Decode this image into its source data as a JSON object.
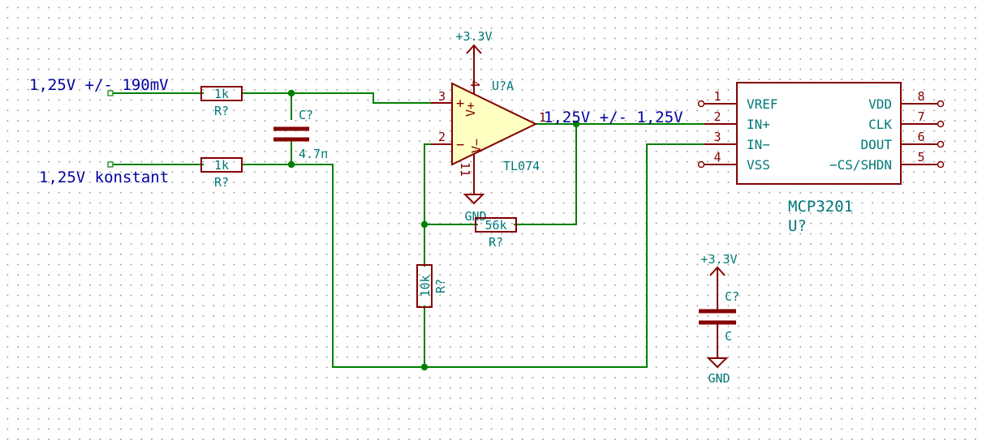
{
  "net_labels": {
    "input_ac": "1,25V +/- 190mV",
    "input_dc": "1,25V konstant",
    "output": "1,25V +/- 1,25V"
  },
  "r1": {
    "ref": "R?",
    "value": "1k"
  },
  "r2": {
    "ref": "R?",
    "value": "1k"
  },
  "r3": {
    "ref": "R?",
    "value": "56k"
  },
  "r4": {
    "ref": "R?",
    "value": "10k"
  },
  "c1": {
    "ref": "C?",
    "value": "4.7n"
  },
  "c2": {
    "ref": "C?",
    "value": "C"
  },
  "opamp": {
    "ref": "U?A",
    "value": "TL074",
    "pin_noninv": "3",
    "pin_inv": "2",
    "pin_out": "1",
    "pin_vcc": "4",
    "pin_vee": "11",
    "sign_plus": "+",
    "sign_minus": "−",
    "vplus": "V+",
    "vminus": "V−"
  },
  "adc": {
    "ref": "U?",
    "value": "MCP3201",
    "left_pins": [
      {
        "num": "1",
        "name": "VREF"
      },
      {
        "num": "2",
        "name": "IN+"
      },
      {
        "num": "3",
        "name": "IN−"
      },
      {
        "num": "4",
        "name": "VSS"
      }
    ],
    "right_pins": [
      {
        "num": "8",
        "name": "VDD"
      },
      {
        "num": "7",
        "name": "CLK"
      },
      {
        "num": "6",
        "name": "DOUT"
      },
      {
        "num": "5",
        "name": "−CS/SHDN"
      }
    ]
  },
  "power": {
    "vcc_opamp": "+3.3V",
    "gnd_opamp": "GND",
    "vcc_cap": "+3.3V",
    "gnd_cap": "GND"
  },
  "colors": {
    "wire": "#008000",
    "symbol": "#840000",
    "symbol_fill": "#ffffc2",
    "field_text": "#007878",
    "label_text": "#0000a0"
  }
}
